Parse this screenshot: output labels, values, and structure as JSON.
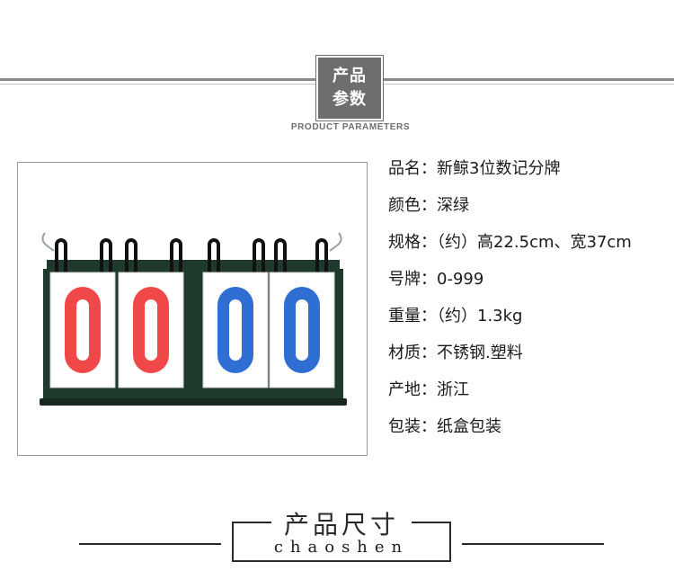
{
  "header": {
    "badge_line1": "产品",
    "badge_line2": "参数",
    "subtitle": "PRODUCT PARAMETERS"
  },
  "product_image": {
    "digits": [
      "0",
      "0",
      "0",
      "0"
    ],
    "digit_colors": [
      "#f04848",
      "#f04848",
      "#2f6fd4",
      "#2f6fd4"
    ],
    "frame_color": "#1f3a2c"
  },
  "specs": [
    "品名：新鲸3位数记分牌",
    "颜色：深绿",
    "规格：（约）高22.5cm、宽37cm",
    "号牌：0-999",
    "重量：（约）1.3kg",
    "材质：不锈钢.塑料",
    "产地：浙江",
    "包装：纸盒包装"
  ],
  "footer": {
    "title": "产品尺寸",
    "subtitle": "chaoshen"
  },
  "colors": {
    "header_gray": "#6e6e6e",
    "text": "#1a1a1a"
  }
}
